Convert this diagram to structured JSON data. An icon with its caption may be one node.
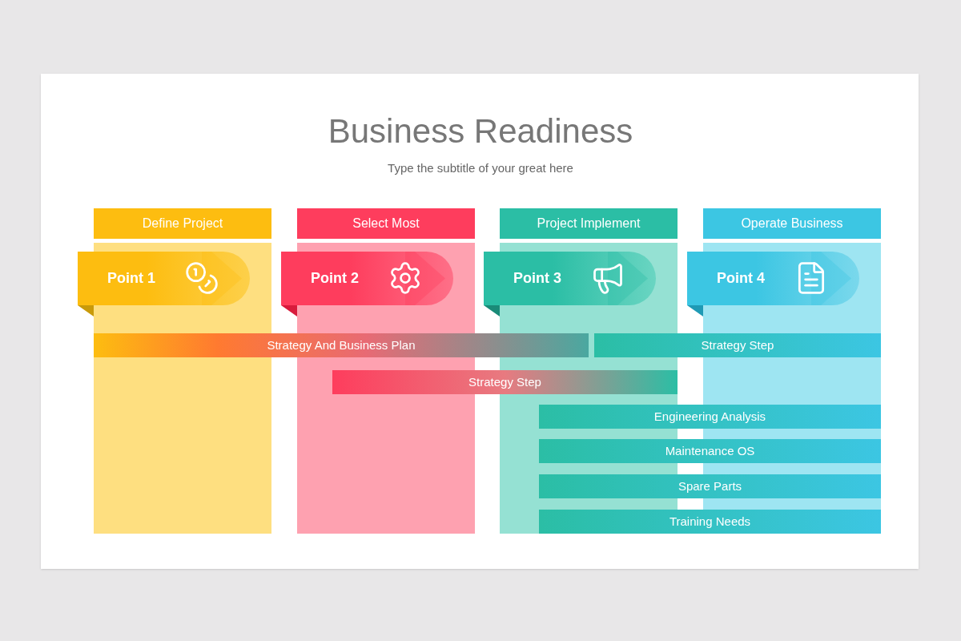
{
  "diagram": {
    "title": "Business Readiness",
    "nodes": [
      {
        "text": [
          "Define Project"
        ]
      },
      {
        "text": [
          "Select Most"
        ]
      },
      {
        "text": [
          "Project Implement"
        ]
      },
      {
        "text": [
          "Operate Business"
        ]
      },
      {
        "text": [
          "Point 1"
        ]
      },
      {
        "text": [
          "Point 2"
        ]
      },
      {
        "text": [
          "Point 3"
        ]
      },
      {
        "text": [
          "Point 4"
        ]
      },
      {
        "text": [
          "Strategy And Business Plan"
        ]
      },
      {
        "text": [
          "Strategy Step"
        ]
      },
      {
        "text": [
          "Strategy Step"
        ]
      },
      {
        "text": [
          "Engineering Analysis"
        ]
      },
      {
        "text": [
          "Maintenance OS"
        ]
      },
      {
        "text": [
          "Spare Parts"
        ]
      },
      {
        "text": [
          "Training Needs"
        ]
      }
    ],
    "labels": [
      "Type the subtitle of your great here"
    ]
  }
}
